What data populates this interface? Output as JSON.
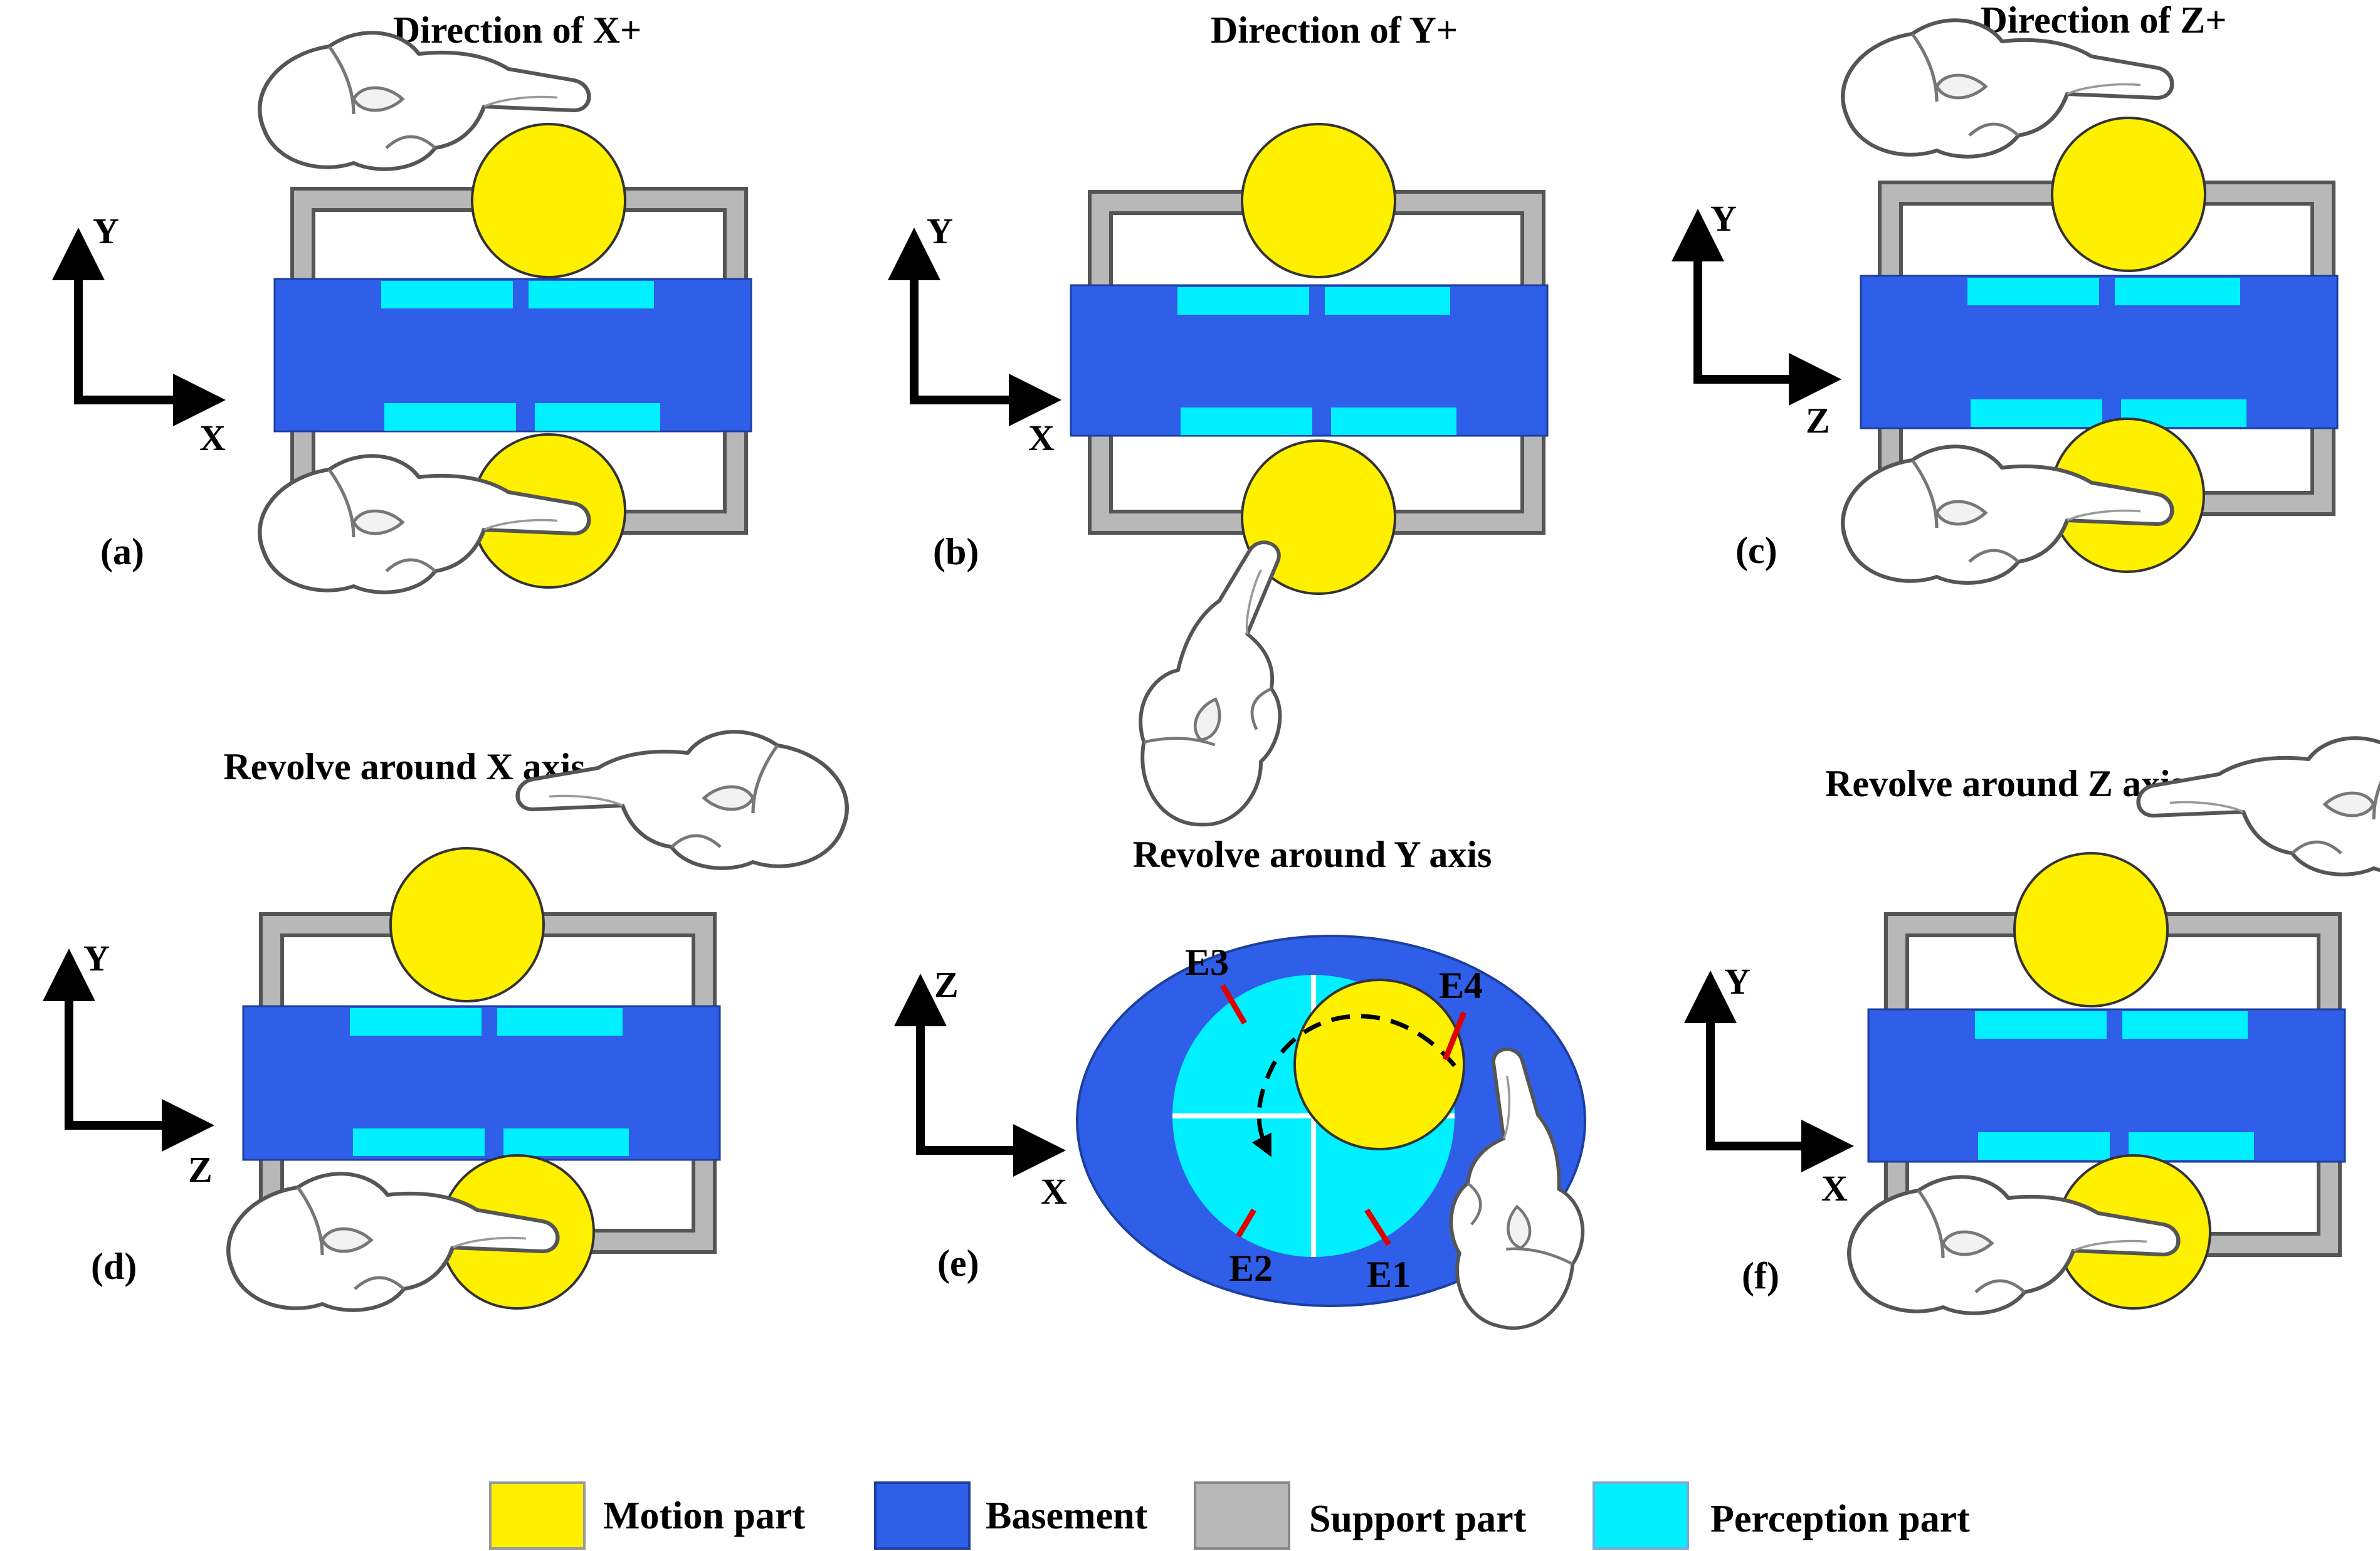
{
  "colors": {
    "motion": "#FFF000",
    "basement": "#2F5FE9",
    "support": "#B8B8B8",
    "perception": "#00F0FF",
    "sensor_mark": "#E00000"
  },
  "panels": [
    {
      "id": "a",
      "label": "(a)",
      "title": "Direction of X+",
      "axis_v": "Y",
      "axis_h": "X",
      "hand": "top-left-and-bottom-left"
    },
    {
      "id": "b",
      "label": "(b)",
      "title": "Direction of Y+",
      "axis_v": "Y",
      "axis_h": "X",
      "hand": "bottom"
    },
    {
      "id": "c",
      "label": "(c)",
      "title": "Direction of Z+",
      "axis_v": "Y",
      "axis_h": "Z",
      "hand": "top-left-and-bottom-left"
    },
    {
      "id": "d",
      "label": "(d)",
      "title": "Revolve around X axis",
      "axis_v": "Y",
      "axis_h": "Z",
      "hand": "top-right-and-bottom-left"
    },
    {
      "id": "e",
      "label": "(e)",
      "title": "Revolve around Y axis",
      "axis_v": "Z",
      "axis_h": "X",
      "hand": "right"
    },
    {
      "id": "f",
      "label": "(f)",
      "title": "Revolve around Z axis",
      "axis_v": "Y",
      "axis_h": "X",
      "hand": "top-right-and-bottom-left"
    }
  ],
  "electrodes": [
    "E1",
    "E2",
    "E3",
    "E4"
  ],
  "legend": [
    {
      "label": "Motion part",
      "color": "#FFF000"
    },
    {
      "label": "Basement",
      "color": "#2F5FE9"
    },
    {
      "label": "Support part",
      "color": "#B8B8B8"
    },
    {
      "label": "Perception part",
      "color": "#00F0FF"
    }
  ]
}
